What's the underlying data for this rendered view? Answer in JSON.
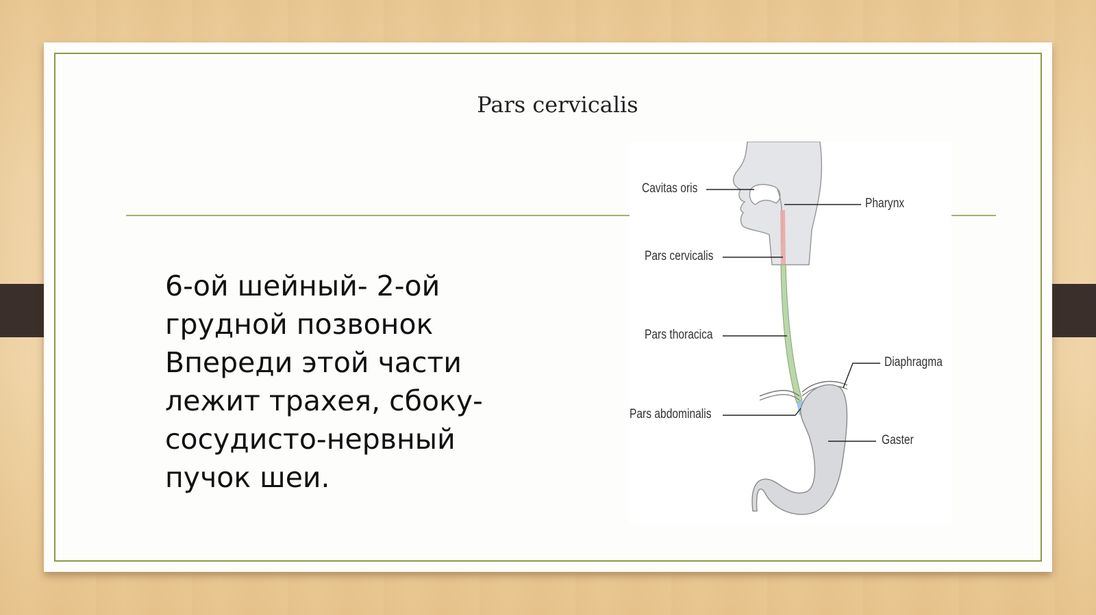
{
  "slide": {
    "title": "Pars cervicalis",
    "body_lines": [
      "6-ой шейный- 2-ой",
      "грудной позвонок",
      "Впереди этой части",
      "лежит трахея, сбоку-",
      "сосудисто-нервный",
      "пучок шеи."
    ]
  },
  "figure": {
    "labels": {
      "cavitas_oris": "Cavitas oris",
      "pharynx": "Pharynx",
      "pars_cervicalis": "Pars cervicalis",
      "pars_thoracica": "Pars thoracica",
      "diaphragma": "Diaphragma",
      "pars_abdominalis": "Pars abdominalis",
      "gaster": "Gaster"
    }
  },
  "colors": {
    "frame": "#8e9a45",
    "tab": "#3a2f2a",
    "cervical_segment": "#e8a8a8",
    "thoracic_segment": "#b9d8a8",
    "abdominal_segment": "#9cc7e6"
  }
}
